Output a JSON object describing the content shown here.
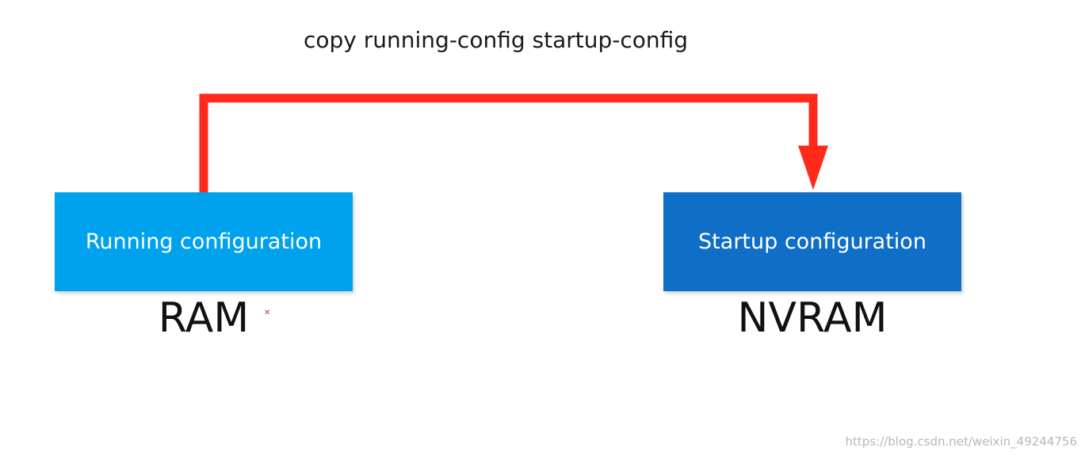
{
  "diagram": {
    "command": "copy running-config startup-config",
    "source": {
      "box_label": "Running configuration",
      "memory_label": "RAM",
      "color": "#00a2ed"
    },
    "destination": {
      "box_label": "Startup configuration",
      "memory_label": "NVRAM",
      "color": "#0f6fc6"
    },
    "arrow_color": "#ff2a1a"
  },
  "watermark": "https://blog.csdn.net/weixin_49244756"
}
